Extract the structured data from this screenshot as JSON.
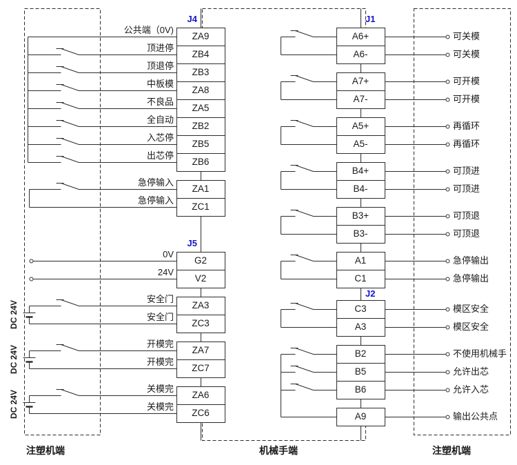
{
  "colors": {
    "line": "#2b2b2b",
    "connector_label": "#1414cc",
    "text": "#1a1a1a"
  },
  "connectors": {
    "j4": {
      "label": "J4",
      "terminals": [
        "ZA9",
        "ZB4",
        "ZB3",
        "ZA8",
        "ZA5",
        "ZB2",
        "ZB5",
        "ZB6",
        "ZA1",
        "ZC1"
      ]
    },
    "j5": {
      "label": "J5",
      "terminals": [
        "G2",
        "V2",
        "ZA3",
        "ZC3",
        "ZA7",
        "ZC7",
        "ZA6",
        "ZC6"
      ]
    },
    "j1": {
      "label": "J1",
      "terminals": [
        "A6+",
        "A6-",
        "A7+",
        "A7-",
        "A5+",
        "A5-",
        "B4+",
        "B4-",
        "B3+",
        "B3-",
        "A1",
        "C1"
      ]
    },
    "j2": {
      "label": "J2",
      "terminals": [
        "C3",
        "A3",
        "B2",
        "B5",
        "B6",
        "A9"
      ]
    }
  },
  "signals_left": [
    "公共端（0V)",
    "顶进停",
    "顶退停",
    "中板模",
    "不良品",
    "全自动",
    "入芯停",
    "出芯停",
    "急停输入",
    "急停输入",
    "0V",
    "24V",
    "安全门",
    "安全门",
    "开模完",
    "开模完",
    "关模完",
    "关模完"
  ],
  "signals_right": [
    "可关模",
    "可关模",
    "可开模",
    "可开模",
    "再循环",
    "再循环",
    "可顶进",
    "可顶进",
    "可顶退",
    "可顶退",
    "急停输出",
    "急停输出",
    "模区安全",
    "模区安全",
    "不使用机械手",
    "允许出芯",
    "允许入芯",
    "输出公共点"
  ],
  "dc_supply": [
    "DC 24V",
    "DC 24V",
    "DC 24V"
  ],
  "footer": {
    "left": "注塑机端",
    "center": "机械手端",
    "right": "注塑机端"
  }
}
